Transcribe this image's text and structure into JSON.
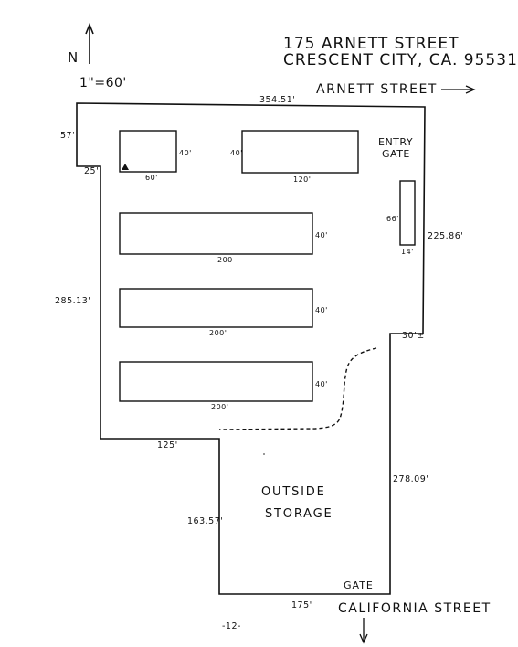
{
  "header": {
    "address_line1": "175 ARNETT STREET",
    "address_line2": "CRESCENT CITY, CA. 95531",
    "north_label": "N",
    "scale": "1\"=60'"
  },
  "streets": {
    "arnett": "ARNETT STREET",
    "california": "CALIFORNIA STREET"
  },
  "labels": {
    "entry_gate": [
      "ENTRY",
      "GATE"
    ],
    "outside_storage": [
      "OUTSIDE",
      "STORAGE"
    ],
    "gate": "GATE"
  },
  "dimensions": {
    "top": "354.51'",
    "left_top": "57'",
    "left_notch": "25'",
    "left_side": "285.13'",
    "right_side": "225.86'",
    "right_corner": "30'±",
    "mid_bottom": "125'",
    "storage_left": "163.57'",
    "storage_right": "278.09'",
    "bottom": "175'"
  },
  "buildings": [
    {
      "name": "small-building",
      "width_label": "60'",
      "height_label": "40'"
    },
    {
      "name": "building-top-right",
      "width_label": "120'",
      "height_label": "40'"
    },
    {
      "name": "building-row-1",
      "width_label": "200",
      "height_label": "40'"
    },
    {
      "name": "building-row-2",
      "width_label": "200'",
      "height_label": "40'"
    },
    {
      "name": "building-row-3",
      "width_label": "200'",
      "height_label": "40'"
    },
    {
      "name": "gate-building",
      "width_label": "14'",
      "height_label": "66'"
    }
  ],
  "page_number": "-12-"
}
